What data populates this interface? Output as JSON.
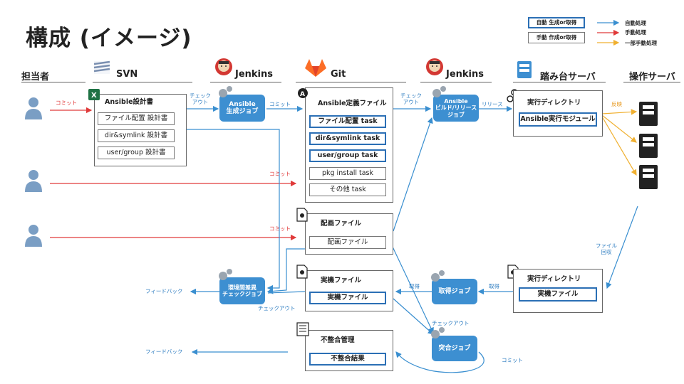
{
  "title": "構成 (イメージ)",
  "legend": {
    "auto_box": "自動 生成or取得",
    "manual_box": "手動 作成or取得",
    "auto_line": "自動処理",
    "manual_line": "手動処理",
    "partial_line": "一部手動処理",
    "colors": {
      "auto": "#3a8fd0",
      "manual": "#e03a3a",
      "partial": "#f0b030"
    }
  },
  "columns": {
    "person": "担当者",
    "svn": "SVN",
    "jenkins1": "Jenkins",
    "git": "Git",
    "jenkins2": "Jenkins",
    "bastion": "踏み台サーバ",
    "target": "操作サーバ"
  },
  "svn_box": {
    "title": "Ansible設計書",
    "items": [
      "ファイル配置 設計書",
      "dir&symlink 設計書",
      "user/group 設計書"
    ]
  },
  "git_box": {
    "title": "Ansible定義ファイル",
    "items": [
      "ファイル配置 task",
      "dir&symlink task",
      "user/group task",
      "pkg install task",
      "その他 task"
    ]
  },
  "deploy_box": {
    "title": "配画ファイル",
    "item": "配画ファイル"
  },
  "actual_box": {
    "title": "実機ファイル",
    "item": "実機ファイル"
  },
  "mismatch_box": {
    "title": "不整合管理",
    "item": "不整合結果"
  },
  "exec_dir_box": {
    "title": "実行ディレクトリ",
    "item": "Ansible実行モジュール"
  },
  "exec_dir_box2": {
    "title": "実行ディレクトリ",
    "item": "実機ファイル"
  },
  "jobs": {
    "gen": "Ansible\n生成ジョブ",
    "build": "Ansible\nビルド/リリース\nジョブ",
    "check": "環境間差異\nチェックジョブ",
    "fetch": "取得ジョブ",
    "compare": "突合ジョブ"
  },
  "labels": {
    "commit1": "コミット",
    "commit2": "コミット",
    "commit3": "コミット",
    "checkout1": "チェック\nアウト",
    "commit_git": "コミット",
    "checkout2": "チェック\nアウト",
    "release": "リリース",
    "reflect": "反映",
    "file_collect": "ファイル\n回収",
    "fetch1": "取得",
    "fetch2": "取得",
    "checkout3": "チェックアウト",
    "checkout4": "チェックアウト",
    "commit_cmp": "コミット",
    "feedback1": "フィードバック",
    "feedback2": "フィードバック"
  }
}
